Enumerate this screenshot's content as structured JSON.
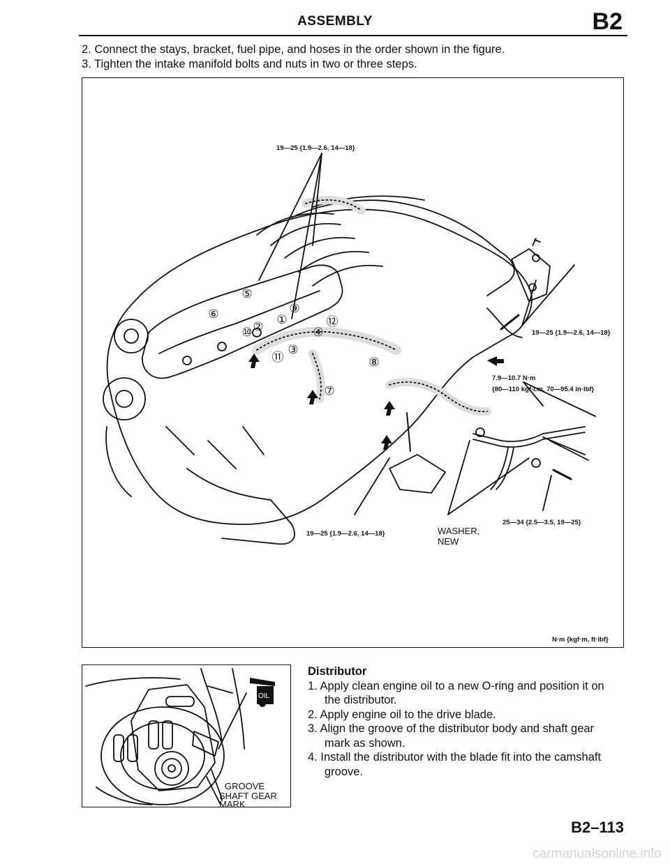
{
  "header": {
    "title": "ASSEMBLY",
    "section": "B2"
  },
  "steps": [
    "2. Connect the stays, bracket, fuel pipe, and hoses in the order shown in the figure.",
    "3. Tighten the intake manifold bolts and nuts in two or three steps."
  ],
  "figure": {
    "torque_top": "19—25 {1.9—2.6, 14—18}",
    "torque_right": "19—25 {1.9—2.6, 14—18}",
    "torque_small_1": "7.9—10.7 N·m",
    "torque_small_2": "{80—110 kgf·cm, 70—95.4 in·lbf}",
    "torque_bottom_left": "19—25 {1.9—2.6, 14—18}",
    "washer_1": "WASHER,",
    "washer_2": "NEW",
    "torque_bottom_right": "25—34 {2.5—3.5, 19—25}",
    "units": "N·m {kgf·m, ft·lbf}",
    "callouts": [
      "①",
      "②",
      "③",
      "④",
      "⑤",
      "⑥",
      "⑦",
      "⑧",
      "⑨",
      "⑩",
      "⑪",
      "⑫"
    ]
  },
  "distributor": {
    "heading": "Distributor",
    "items": [
      {
        "num": "1.",
        "first": "Apply clean engine oil to a new O-ring and position it on",
        "rest": "the distributor."
      },
      {
        "num": "2.",
        "first": "Apply engine oil to the drive blade.",
        "rest": ""
      },
      {
        "num": "3.",
        "first": "Align the groove of the distributor body and shaft gear",
        "rest": "mark as shown."
      },
      {
        "num": "4.",
        "first": "Install the distributor with the blade fit into the camshaft",
        "rest": "groove."
      }
    ],
    "fig_oil": "OIL",
    "fig_groove": "GROOVE",
    "fig_shaft_1": "SHAFT GEAR",
    "fig_shaft_2": "MARK"
  },
  "page_number": "B2–113",
  "watermark": "carmanualsonline.info"
}
